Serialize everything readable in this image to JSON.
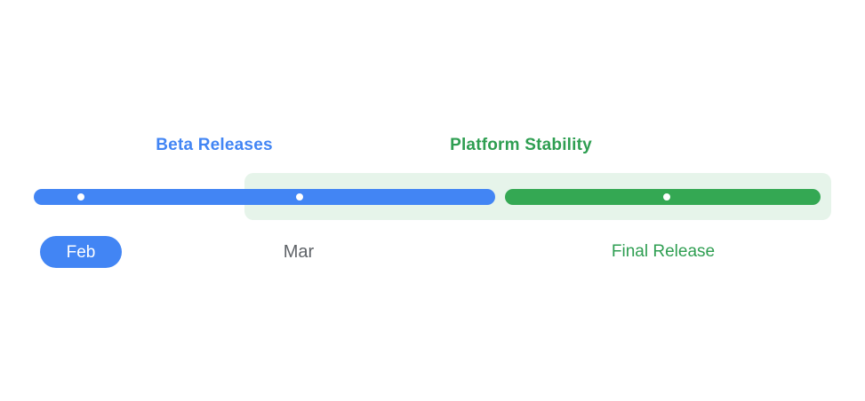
{
  "colors": {
    "background": "#FFFFFF",
    "blue": "#4285F4",
    "green": "#34A853",
    "green_text": "#2E9E51",
    "panel_green": "#E6F4EA",
    "gray_text": "#5F6368",
    "white": "#FFFFFF"
  },
  "headings": {
    "beta": "Beta Releases",
    "stability": "Platform Stability"
  },
  "milestones": {
    "feb": "Feb",
    "mar": "Mar",
    "final": "Final Release"
  }
}
